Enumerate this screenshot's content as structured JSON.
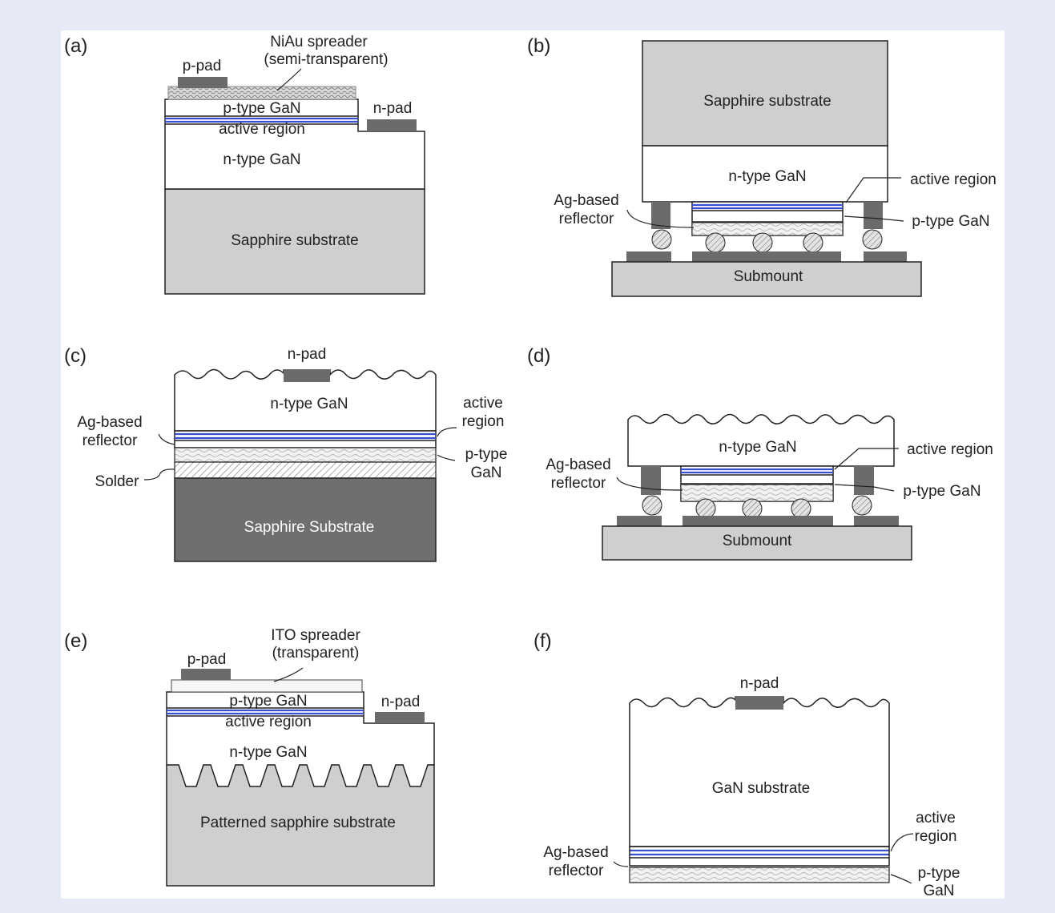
{
  "panels": {
    "a": {
      "label": "(a)",
      "niau": "NiAu spreader",
      "semi": "(semi-transparent)",
      "ppad": "p-pad",
      "npad": "n-pad",
      "ptype": "p-type GaN",
      "active": "active region",
      "ntype": "n-type GaN",
      "sapphire": "Sapphire substrate"
    },
    "b": {
      "label": "(b)",
      "sapphire": "Sapphire substrate",
      "ntype": "n-type GaN",
      "active": "active region",
      "ag1": "Ag-based",
      "ag2": "reflector",
      "ptype": "p-type GaN",
      "submount": "Submount"
    },
    "c": {
      "label": "(c)",
      "npad": "n-pad",
      "ntype": "n-type GaN",
      "active1": "active",
      "active2": "region",
      "ag1": "Ag-based",
      "ag2": "reflector",
      "ptype1": "p-type",
      "ptype2": "GaN",
      "solder": "Solder",
      "sapphire": "Sapphire Substrate"
    },
    "d": {
      "label": "(d)",
      "ntype": "n-type GaN",
      "active": "active region",
      "ag1": "Ag-based",
      "ag2": "reflector",
      "ptype": "p-type GaN",
      "submount": "Submount"
    },
    "e": {
      "label": "(e)",
      "ito": "ITO spreader",
      "transparent": "(transparent)",
      "ppad": "p-pad",
      "npad": "n-pad",
      "ptype": "p-type GaN",
      "active": "active region",
      "ntype": "n-type GaN",
      "sapphire": "Patterned sapphire substrate"
    },
    "f": {
      "label": "(f)",
      "npad": "n-pad",
      "substrate": "GaN substrate",
      "active1": "active",
      "active2": "region",
      "ag1": "Ag-based",
      "ag2": "reflector",
      "ptype1": "p-type",
      "ptype2": "GaN"
    }
  },
  "colors": {
    "background": "#e6eaf6",
    "panel": "#ffffff",
    "substrate_gray": "#cfcfcf",
    "pad_dark": "#6b6b6b",
    "substrate_dark": "#6f6f6f",
    "active_blue": "#3a4fd0",
    "outline": "#222222"
  }
}
